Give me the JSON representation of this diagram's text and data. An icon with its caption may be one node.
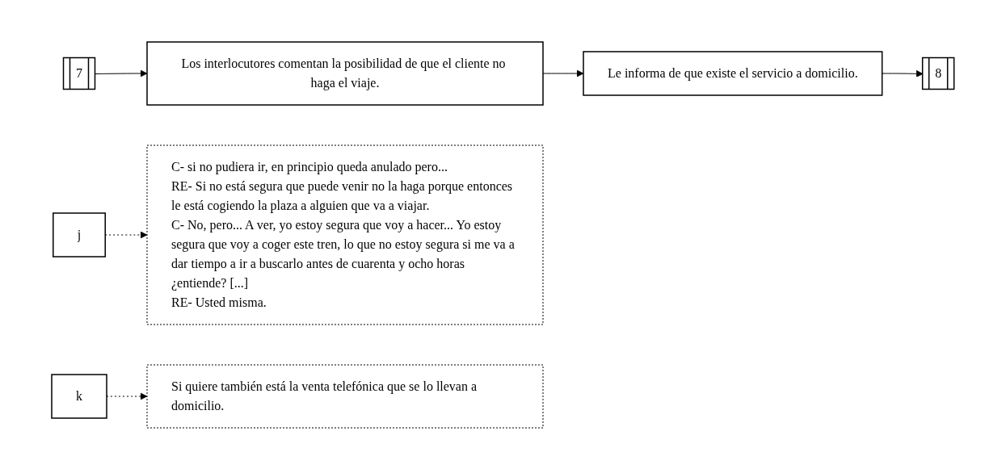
{
  "diagram": {
    "nodes": [
      {
        "text": [
          "7"
        ]
      },
      {
        "text": [
          "Los interlocutores comentan la posibilidad de que el cliente no haga el viaje."
        ]
      },
      {
        "text": [
          "j"
        ]
      },
      {
        "text": [
          "Le informa de que existe el servicio a domicilio."
        ]
      },
      {
        "text": [
          "8"
        ]
      },
      {
        "text": [
          "k"
        ]
      },
      {
        "text": [
          "C- si no pudiera ir, en principio queda anulado pero...",
          "RE- Si no está segura que puede venir no la haga porque entonces le está cogiendo la plaza a alguien que va a viajar.",
          "C- No, pero... A ver, yo estoy segura que voy a hacer... Yo estoy segura que voy a coger este tren, lo que no estoy segura si me va a dar tiempo a ir a buscarlo antes de cuarenta y ocho horas ¿entiende? [...]",
          "RE- Usted misma."
        ]
      },
      {
        "text": [
          "Si quiere también está la venta telefónica que se lo llevan a domicilio."
        ]
      }
    ],
    "edges": [
      {
        "from": 0,
        "to": 1,
        "arrow": "to"
      },
      {
        "from": 1,
        "to": 3,
        "arrow": "to"
      },
      {
        "from": 3,
        "to": 4,
        "arrow": "to"
      },
      {
        "from": 2,
        "to": 6,
        "arrow": "to",
        "style": "dashed"
      },
      {
        "from": 5,
        "to": 7,
        "arrow": "to",
        "style": "dashed"
      }
    ]
  }
}
